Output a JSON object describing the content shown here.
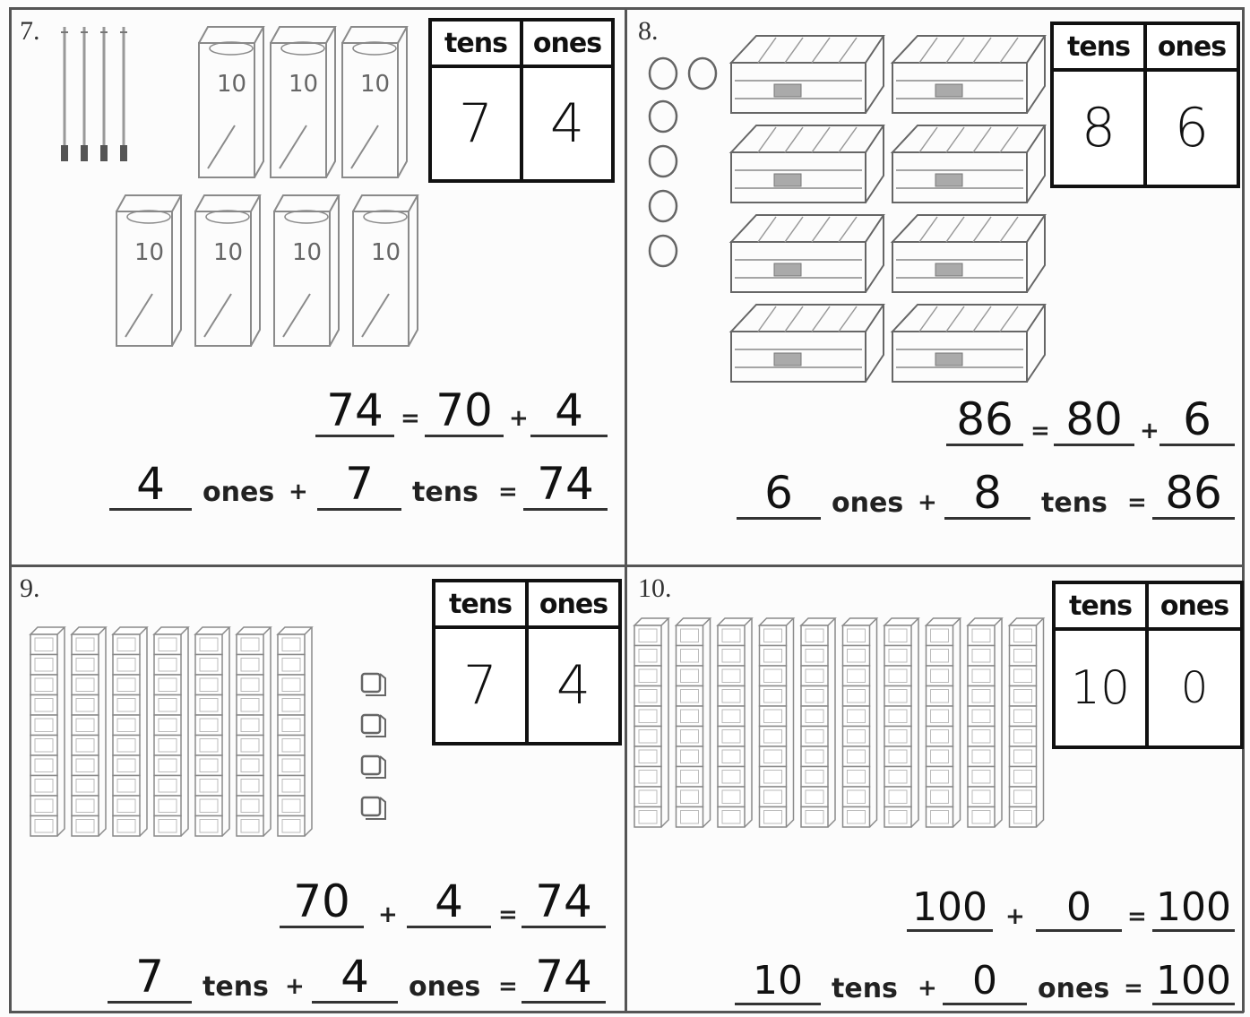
{
  "problems": [
    {
      "number": "7.",
      "table": {
        "tens_header": "tens",
        "ones_header": "ones",
        "tens_value": "7",
        "ones_value": "4"
      },
      "model": {
        "type": "bundles-of-ten",
        "tens": 7,
        "ones": 4,
        "bundle_label": "10"
      },
      "line1": {
        "a": "74",
        "eq": "=",
        "b": "70",
        "plus": "+",
        "c": "4"
      },
      "line2": {
        "a": "4",
        "a_word": "ones",
        "plus": "+",
        "b": "7",
        "b_word": "tens",
        "eq": "=",
        "c": "74"
      }
    },
    {
      "number": "8.",
      "table": {
        "tens_header": "tens",
        "ones_header": "ones",
        "tens_value": "8",
        "ones_value": "6"
      },
      "model": {
        "type": "egg-cartons",
        "tens": 8,
        "ones": 6
      },
      "line1": {
        "a": "86",
        "eq": "=",
        "b": "80",
        "plus": "+",
        "c": "6"
      },
      "line2": {
        "a": "6",
        "a_word": "ones",
        "plus": "+",
        "b": "8",
        "b_word": "tens",
        "eq": "=",
        "c": "86"
      }
    },
    {
      "number": "9.",
      "table": {
        "tens_header": "tens",
        "ones_header": "ones",
        "tens_value": "7",
        "ones_value": "4"
      },
      "model": {
        "type": "cube-towers",
        "tens": 7,
        "ones": 4
      },
      "line1": {
        "a": "70",
        "plus": "+",
        "b": "4",
        "eq": "=",
        "c": "74"
      },
      "line2": {
        "a": "7",
        "a_word": "tens",
        "plus": "+",
        "b": "4",
        "b_word": "ones",
        "eq": "=",
        "c": "74"
      }
    },
    {
      "number": "10.",
      "table": {
        "tens_header": "tens",
        "ones_header": "ones",
        "tens_value": "10",
        "ones_value": "0"
      },
      "model": {
        "type": "cube-towers",
        "tens": 10,
        "ones": 0
      },
      "line1": {
        "a": "100",
        "plus": "+",
        "b": "0",
        "eq": "=",
        "c": "100"
      },
      "line2": {
        "a": "10",
        "a_word": "tens",
        "plus": "+",
        "b": "0",
        "b_word": "ones",
        "eq": "=",
        "c": "100"
      }
    }
  ]
}
